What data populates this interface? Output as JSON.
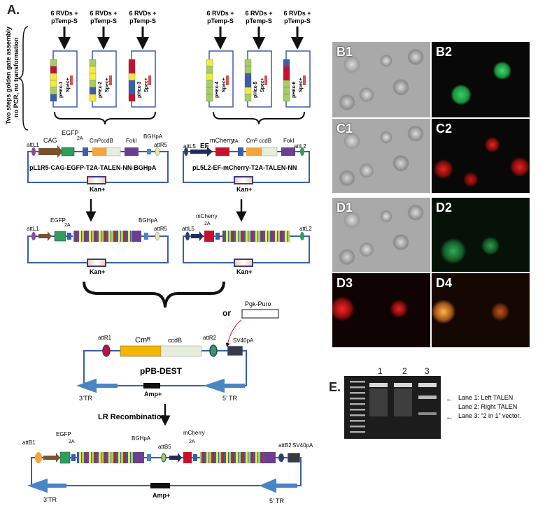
{
  "panel_letters": {
    "a": "A.",
    "e": "E."
  },
  "side_text": {
    "line1": "Two steps golden gate assembly",
    "line2": "no PCR, no transformation"
  },
  "inputs": {
    "rvds": "6 RVDs +",
    "ptemp": "pTemp-S"
  },
  "phex": [
    "pHex-1",
    "pHex-2",
    "pHex-3",
    "pHex-4",
    "pHex-5",
    "pHex-6"
  ],
  "spec": "Spec+",
  "left_vector": {
    "attL1": "attL1",
    "cag": "CAG",
    "egfp": "EGFP",
    "t2a": "2A",
    "cmr": "CmᴿccdB",
    "foki": "FokI",
    "bghpa": "BGHpA",
    "attR5": "attR5",
    "name": "pL1R5-CAG-EGFP-T2A-TALEN-NN-BGHpA",
    "kan": "Kan+"
  },
  "right_vector": {
    "attL5": "attL5",
    "ef": "EF",
    "mcherry": "mCherry",
    "t2a": "2A",
    "cmr": "Cmᴿ ccdB",
    "foki": "FokI",
    "attL2": "attL2",
    "name": "pL5L2-EF-mCherry-T2A-TALEN-NN",
    "kan": "Kan+"
  },
  "left_talen": {
    "attL1": "attL1",
    "egfp": "EGFP",
    "t2a": "2A",
    "bghpa": "BGHpA",
    "attR5": "attR5",
    "kan": "Kan+"
  },
  "right_talen": {
    "mcherry": "mCherry",
    "t2a": "2A",
    "attL5": "attL5",
    "attL2": "attL2",
    "kan": "Kan+"
  },
  "dest": {
    "or": "or",
    "pgkpuro": "Pgk-Puro",
    "attR1": "attR1",
    "cmr": "Cmᴿ",
    "ccdb": "ccdB",
    "attR2": "attR2",
    "sv40pa": "SV40pA",
    "name": "pPB-DEST",
    "tr3": "3’TR",
    "tr5": "5’ TR",
    "amp": "Amp+"
  },
  "lr": "LR Recombination",
  "final": {
    "attB1": "attB1",
    "egfp": "EGFP",
    "t2a": "2A",
    "bghpa": "BGHpA",
    "attB5": "attB5",
    "mcherry": "mCherry",
    "t2a2": "2A",
    "attB2": "attB2",
    "sv40pa": "SV40pA",
    "tr3": "3’TR",
    "tr5": "5’ TR",
    "amp": "Amp+"
  },
  "micro_labels": {
    "b1": "B1",
    "b2": "B2",
    "c1": "C1",
    "c2": "C2",
    "d1": "D1",
    "d2": "D2",
    "d3": "D3",
    "d4": "D4"
  },
  "gel": {
    "lanes": [
      "1",
      "2",
      "3"
    ],
    "legend": [
      "Lane 1:  Left TALEN",
      "Lane 2:  Right TALEN",
      "Lane 3: “2 in 1” vector."
    ]
  },
  "colors": {
    "blue": "#3a5fa8",
    "arrow": "#4a86c5",
    "green": "#2e9e5b",
    "red": "#c8102e",
    "orange": "#f4a53b",
    "purple": "#6a3f8f",
    "yellow": "#f3ea3a"
  }
}
